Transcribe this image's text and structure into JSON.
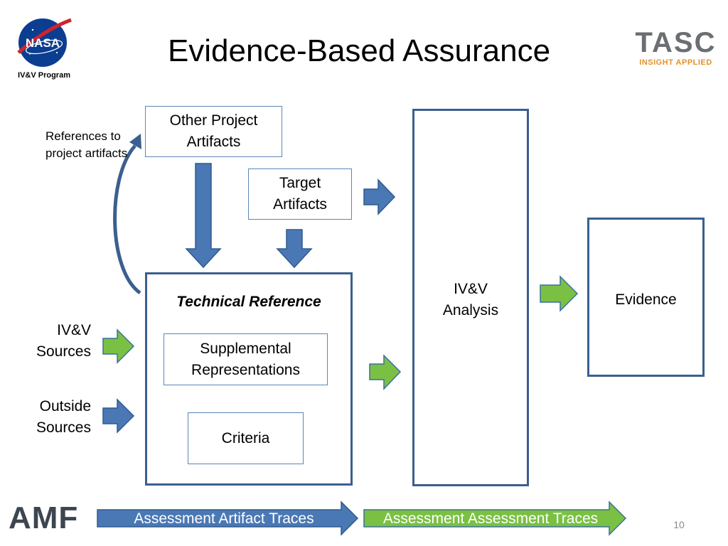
{
  "slide": {
    "title": "Evidence-Based Assurance",
    "nasa_logo": {
      "text": "NASA",
      "caption": "IV&V Program"
    },
    "tasc_logo": {
      "name": "TASC",
      "tagline": "INSIGHT APPLIED"
    },
    "page_number": "10"
  },
  "diagram": {
    "nodes": {
      "other_project_artifacts": "Other Project Artifacts",
      "target_artifacts": "Target Artifacts",
      "technical_reference": "Technical Reference",
      "supplemental_representations": "Supplemental Representations",
      "criteria": "Criteria",
      "ivv_analysis": "IV&V Analysis",
      "evidence": "Evidence"
    },
    "labels": {
      "references_to_project_artifacts": "References to project artifacts",
      "ivv_sources": "IV&V Sources",
      "outside_sources": "Outside Sources"
    },
    "colors": {
      "blue_arrow": "#4a78b5",
      "green_arrow": "#7ac143",
      "box_border": "#3b5f8f"
    }
  },
  "footer": {
    "amf_logo": "AMF",
    "assessment_artifact_traces": "Assessment Artifact Traces",
    "assessment_assessment_traces": "Assessment Assessment Traces"
  }
}
